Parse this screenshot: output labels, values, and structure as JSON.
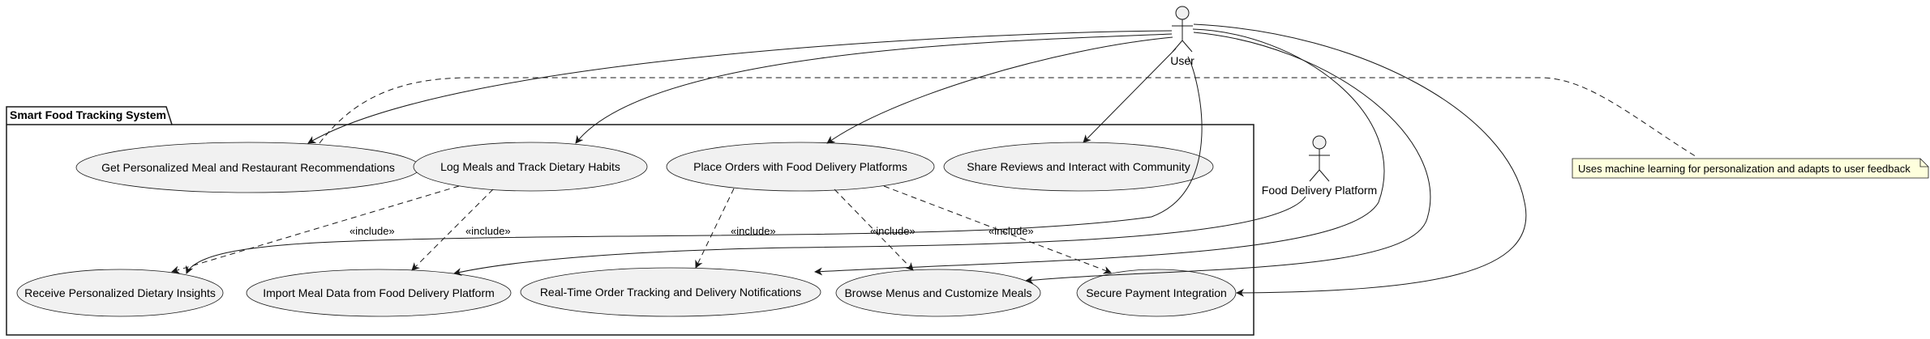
{
  "system": {
    "title": "Smart Food Tracking System"
  },
  "actors": {
    "user": "User",
    "platform": "Food Delivery Platform"
  },
  "use_cases": {
    "recommendations": "Get Personalized Meal and Restaurant Recommendations",
    "log_meals": "Log Meals and Track Dietary Habits",
    "place_orders": "Place Orders with Food Delivery Platforms",
    "share_reviews": "Share Reviews and Interact with Community",
    "insights": "Receive Personalized Dietary Insights",
    "import_data": "Import Meal Data from Food Delivery Platform",
    "tracking": "Real-Time Order Tracking and Delivery Notifications",
    "browse_menus": "Browse Menus and Customize Meals",
    "payment": "Secure Payment Integration"
  },
  "relations": {
    "include": "«include»"
  },
  "note": {
    "text": "Uses machine learning for personalization and adapts to user feedback"
  },
  "colors": {
    "usecase_fill": "#F1F1F1",
    "line": "#181818",
    "note_fill": "#FEFFDD",
    "background": "#FFFFFF"
  }
}
